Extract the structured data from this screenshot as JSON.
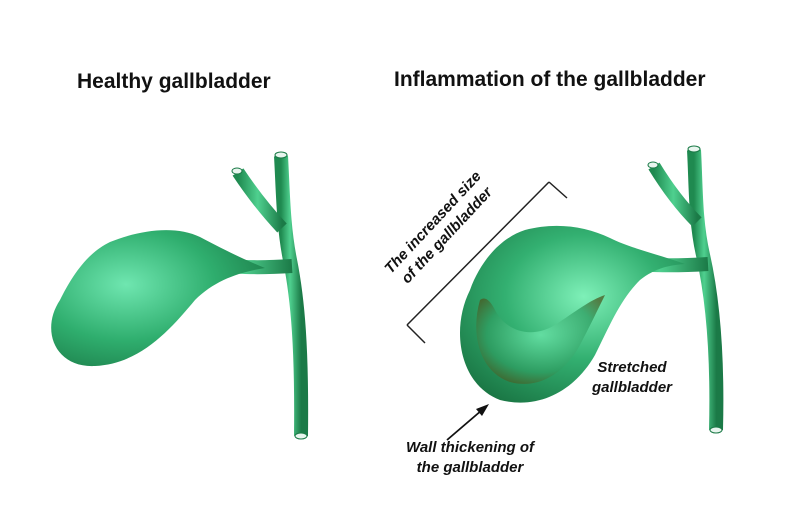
{
  "titles": {
    "healthy": "Healthy gallbladder",
    "inflamed": "Inflammation of the gallbladder"
  },
  "labels": {
    "increased_size_line1": "The increased size",
    "increased_size_line2": "of the gallbladder",
    "stretched_line1": "Stretched",
    "stretched_line2": "gallbladder",
    "wall_line1": "Wall thickening of",
    "wall_line2": "the gallbladder"
  },
  "colors": {
    "organ_light": "#5fe0a6",
    "organ_mid": "#2fae6e",
    "organ_dark": "#1b7a47",
    "inflamed_shadow": "#5a4a1e",
    "text": "#111111"
  }
}
